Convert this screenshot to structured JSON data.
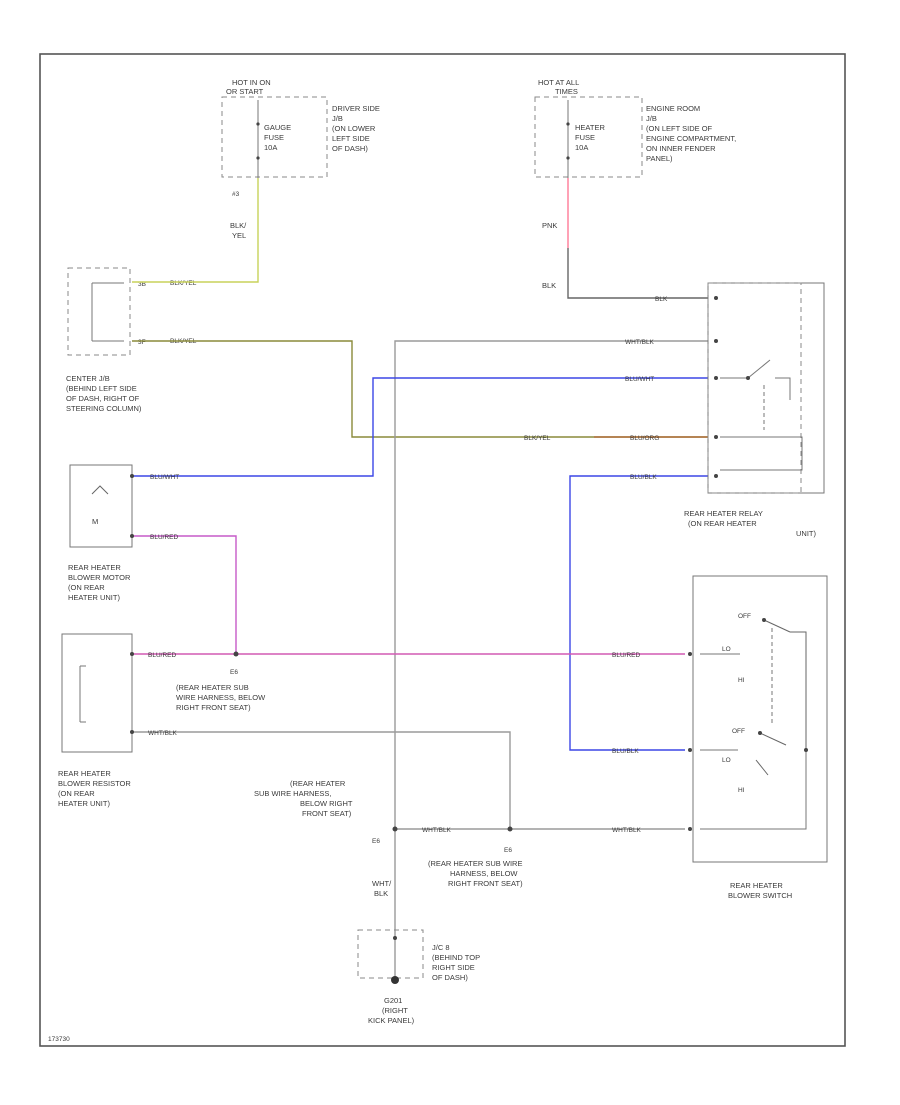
{
  "diagram": {
    "code": "173730",
    "colors": {
      "frame": "#555555",
      "wire_gray": "#999999",
      "wire_dark": "#555555",
      "wire_yel": "#c8d25a",
      "wire_pink": "#ff7a96",
      "wire_blue": "#3c46e6",
      "wire_violet": "#c65ac8",
      "wire_olive": "#8a8a3a",
      "wire_brown": "#b06e3c"
    },
    "fuse_hot_run": {
      "header_1": "HOT IN ON",
      "header_2": "OR START",
      "fuse_line1": "GAUGE",
      "fuse_line2": "FUSE",
      "fuse_line3": "10A",
      "location": [
        "DRIVER SIDE",
        "J/B",
        "(ON LOWER",
        "LEFT SIDE",
        "OF DASH)"
      ],
      "pin_label": "#3",
      "wire_label_1": "BLK/",
      "wire_label_2": "YEL"
    },
    "fuse_hot_all": {
      "header_1": "HOT AT ALL",
      "header_2": "TIMES",
      "fuse_line1": "HEATER",
      "fuse_line2": "FUSE",
      "fuse_line3": "10A",
      "location": [
        "ENGINE ROOM",
        "J/B",
        "(ON LEFT SIDE OF",
        "ENGINE COMPARTMENT,",
        "ON INNER FENDER",
        "PANEL)"
      ],
      "wire_label_1": "PNK",
      "wire_label_2": "BLK"
    },
    "center_jb": {
      "pin_a": "3B",
      "pin_b": "3F",
      "wire_a": "BLK/YEL",
      "wire_b": "BLK/YEL",
      "location": [
        "CENTER J/B",
        "(BEHIND LEFT SIDE",
        "OF DASH, RIGHT OF",
        "STEERING COLUMN)"
      ]
    },
    "relay": {
      "wires": [
        "BLK",
        "WHT/BLK",
        "BLU/WHT",
        "BLK/YEL",
        "BLU/ORG",
        "BLU/BLK"
      ],
      "label": [
        "REAR HEATER RELAY",
        "(ON REAR HEATER",
        "UNIT)"
      ]
    },
    "blower_motor": {
      "wire_top": "BLU/WHT",
      "wire_bottom": "BLU/RED",
      "label": [
        "REAR HEATER",
        "BLOWER MOTOR",
        "(ON REAR",
        "HEATER UNIT)"
      ]
    },
    "splice_e6_top": {
      "id": "E6",
      "label": [
        "(REAR HEATER SUB",
        "WIRE HARNESS, BELOW",
        "RIGHT FRONT SEAT)"
      ]
    },
    "resistor": {
      "wire_top": "BLU/RED",
      "wire_bottom": "WHT/BLK",
      "label": [
        "REAR HEATER",
        "BLOWER RESISTOR",
        "(ON REAR",
        "HEATER UNIT)"
      ]
    },
    "switch": {
      "wire_lo": "BLU/RED",
      "wire_hi": "BLU/BLK",
      "wire_gnd": "WHT/BLK",
      "pos_off": "OFF",
      "pos_lo": "LO",
      "pos_hi": "HI",
      "label": [
        "REAR HEATER",
        "BLOWER SWITCH"
      ]
    },
    "splice_e6_mid": {
      "id": "E6",
      "label": [
        "(REAR HEATER SUB WIRE",
        "HARNESS, BELOW",
        "RIGHT FRONT SEAT)"
      ],
      "wire": "WHT/BLK"
    },
    "splice_left": {
      "label": [
        "(REAR HEATER",
        "SUB WIRE HARNESS,",
        "BELOW RIGHT",
        "FRONT SEAT)"
      ],
      "id": "E6",
      "wire_1": "WHT/",
      "wire_2": "BLK"
    },
    "jc": {
      "label": [
        "J/C 8",
        "(BEHIND TOP",
        "RIGHT SIDE",
        "OF DASH)"
      ]
    },
    "ground": {
      "label": [
        "G201",
        "(RIGHT",
        "KICK PANEL)"
      ]
    }
  }
}
